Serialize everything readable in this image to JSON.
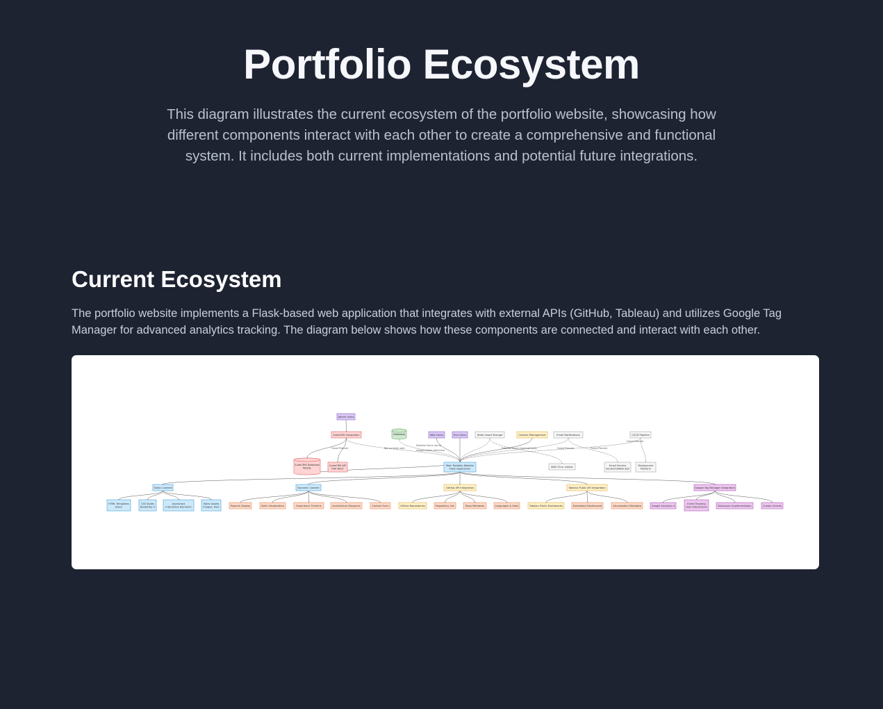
{
  "hero": {
    "title": "Portfolio Ecosystem",
    "intro": "This diagram illustrates the current ecosystem of the portfolio website, showcasing how different components interact with each other to create a comprehensive and functional system. It includes both current implementations and potential future integrations."
  },
  "current": {
    "heading": "Current Ecosystem",
    "description": "The portfolio website implements a Flask-based web application that integrates with external APIs (GitHub, Tableau) and utilizes Google Tag Manager for advanced analytics tracking. The diagram below shows how these components are connected and interact with each other."
  },
  "diagram": {
    "colors": {
      "purple_fill": "#d9c8f5",
      "purple_stroke": "#8a63c9",
      "red_fill": "#ffd4d4",
      "red_stroke": "#e06666",
      "green_fill": "#cfe8cf",
      "green_stroke": "#6aa86a",
      "blue_fill": "#cce9fb",
      "blue_stroke": "#4a9fd8",
      "orange_fill": "#ffd9c7",
      "orange_stroke": "#e08a5c",
      "yellow_fill": "#fff0c8",
      "yellow_stroke": "#e0b44a",
      "gray_fill": "#f5f5f5",
      "gray_stroke": "#aaaaaa",
      "pink_fill": "#ecc6ee",
      "pink_stroke": "#b35ab8"
    },
    "nodes": [
      {
        "id": "admin",
        "label": "Admin Users",
        "style": "purple",
        "shape": "rect"
      },
      {
        "id": "crm",
        "label": "SuiteCRM Integration",
        "style": "red",
        "shape": "rect"
      },
      {
        "id": "database",
        "label": "Database",
        "style": "green",
        "shape": "cyl"
      },
      {
        "id": "webusers",
        "label": "Web Users",
        "style": "purple",
        "shape": "rect"
      },
      {
        "id": "endusers",
        "label": "End Users",
        "style": "purple",
        "shape": "rect"
      },
      {
        "id": "staticstorage",
        "label": "Static Asset Storage",
        "style": "gray",
        "shape": "rect"
      },
      {
        "id": "contentmgmt",
        "label": "Content Management",
        "style": "yellow",
        "shape": "rect"
      },
      {
        "id": "emailnotif",
        "label": "Email Notifications",
        "style": "gray",
        "shape": "rect"
      },
      {
        "id": "cicd",
        "label": "CI/CD Pipeline",
        "style": "gray",
        "shape": "rect"
      },
      {
        "id": "crmdb",
        "label": "SuiteCRM Database",
        "label2": "MySQL",
        "style": "red",
        "shape": "cyl"
      },
      {
        "id": "crmapi",
        "label": "SuiteCRM API",
        "label2": "PHP REST",
        "style": "red",
        "shape": "rect"
      },
      {
        "id": "flask",
        "label": "Main Portfolio Website",
        "label2": "Flask Application",
        "style": "blue",
        "shape": "rect"
      },
      {
        "id": "aws",
        "label": "AWS S3 or similar",
        "style": "gray",
        "shape": "rect"
      },
      {
        "id": "emailsvc",
        "label": "Email Service",
        "label2": "SendGrid/AWS SES",
        "style": "gray",
        "shape": "rect"
      },
      {
        "id": "deploy",
        "label": "Deployment",
        "label2": "Platform",
        "style": "gray",
        "shape": "rect"
      },
      {
        "id": "static",
        "label": "Static Content",
        "style": "blue",
        "shape": "rect"
      },
      {
        "id": "dynamic",
        "label": "Dynamic Content",
        "style": "blue",
        "shape": "rect"
      },
      {
        "id": "github",
        "label": "GitHub API Integration",
        "style": "yellow",
        "shape": "rect"
      },
      {
        "id": "tableau",
        "label": "Tableau Public API Integration",
        "style": "yellow",
        "shape": "rect"
      },
      {
        "id": "gtm",
        "label": "Google Tag Manager Integration",
        "style": "pink",
        "shape": "rect"
      },
      {
        "id": "html",
        "label": "HTML Templates",
        "label2": "Jinja2",
        "style": "blue",
        "shape": "rect"
      },
      {
        "id": "css",
        "label": "CSS Styles",
        "label2": "Bootstrap 5",
        "style": "blue",
        "shape": "rect"
      },
      {
        "id": "js",
        "label": "JavaScript",
        "label2": "Interactive Elements",
        "style": "blue",
        "shape": "rect"
      },
      {
        "id": "assets",
        "label": "Static Assets",
        "label2": "Images, Files",
        "style": "blue",
        "shape": "rect"
      },
      {
        "id": "projects",
        "label": "Projects Display",
        "style": "orange",
        "shape": "rect"
      },
      {
        "id": "skills",
        "label": "Skills Visualization",
        "style": "orange",
        "shape": "rect"
      },
      {
        "id": "timeline",
        "label": "Experience Timeline",
        "style": "orange",
        "shape": "rect"
      },
      {
        "id": "archdiag",
        "label": "Architecture Diagrams",
        "style": "orange",
        "shape": "rect"
      },
      {
        "id": "contact",
        "label": "Contact Form",
        "style": "orange",
        "shape": "rect"
      },
      {
        "id": "ghrepos",
        "label": "GitHub Repositories",
        "style": "yellow",
        "shape": "rect"
      },
      {
        "id": "repolist",
        "label": "Repository List",
        "style": "orange",
        "shape": "rect"
      },
      {
        "id": "repometa",
        "label": "Repo Metadata",
        "style": "orange",
        "shape": "rect"
      },
      {
        "id": "langstats",
        "label": "Languages & Stats",
        "style": "orange",
        "shape": "rect"
      },
      {
        "id": "tabdash",
        "label": "Tableau Public Dashboards",
        "style": "yellow",
        "shape": "rect"
      },
      {
        "id": "embdash",
        "label": "Embedded Dashboards",
        "style": "orange",
        "shape": "rect"
      },
      {
        "id": "vizmeta",
        "label": "Visualization Metadata",
        "style": "orange",
        "shape": "rect"
      },
      {
        "id": "ga4",
        "label": "Google Analytics 4",
        "style": "pink",
        "shape": "rect"
      },
      {
        "id": "eventtrack",
        "label": "Event Tracking",
        "label2": "User Interactions",
        "style": "pink",
        "shape": "rect"
      },
      {
        "id": "datalayer",
        "label": "DataLayer Implementation",
        "style": "pink",
        "shape": "rect"
      },
      {
        "id": "customevents",
        "label": "Custom Events",
        "style": "pink",
        "shape": "rect"
      }
    ],
    "edge_labels": [
      "Future Planned",
      "Not currently used",
      "Potential future use for",
      "Usage/content references",
      "Potential future implementation",
      "Future Planned",
      "Future Planned",
      "Future Planned"
    ]
  }
}
